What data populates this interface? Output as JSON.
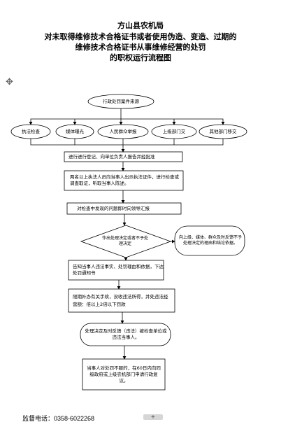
{
  "header": {
    "line1": "方山县农机局",
    "line2": "对未取得维修技术合格证书或者使用伪造、变造、过期的",
    "line3": "维修技术合格证书从事维修经营的处罚",
    "line4": "的职权运行流程图"
  },
  "flow": {
    "start": "行政处罚案件来源",
    "sources": [
      "执法检查",
      "媒体曝光",
      "人民群众举报",
      "上级部门交",
      "其他部门移交"
    ],
    "register": "进行进行登记、向单位负责人报告并经批准",
    "investigate": "两名以上执法人员向当事人出示执法证件，进行检查或调查取证，听取当事人陈述。",
    "report": "对检查中发现的问题即时向领导汇报",
    "decision": "作出处理决定或者不予处理决定",
    "side_note": "向上级、媒体、群众及时反馈不予处理决定的理由和结论依据。",
    "notify": "告知当事人违法事实、处罚理由和依据，下达处罚通知书",
    "penalty": "限期补办有关手续，没收违法所得，并处违法经营额：倍以上2倍以下罚款",
    "feedback": "处理决定及时反馈（违法）被检查单位或违法当事人。",
    "appeal": "当事人对处罚不服的，在60日内向同级政府或上级农机部门申请行政复议。"
  },
  "footer": {
    "phone": "监督电话：0358-6022268",
    "page_tab": "+"
  }
}
